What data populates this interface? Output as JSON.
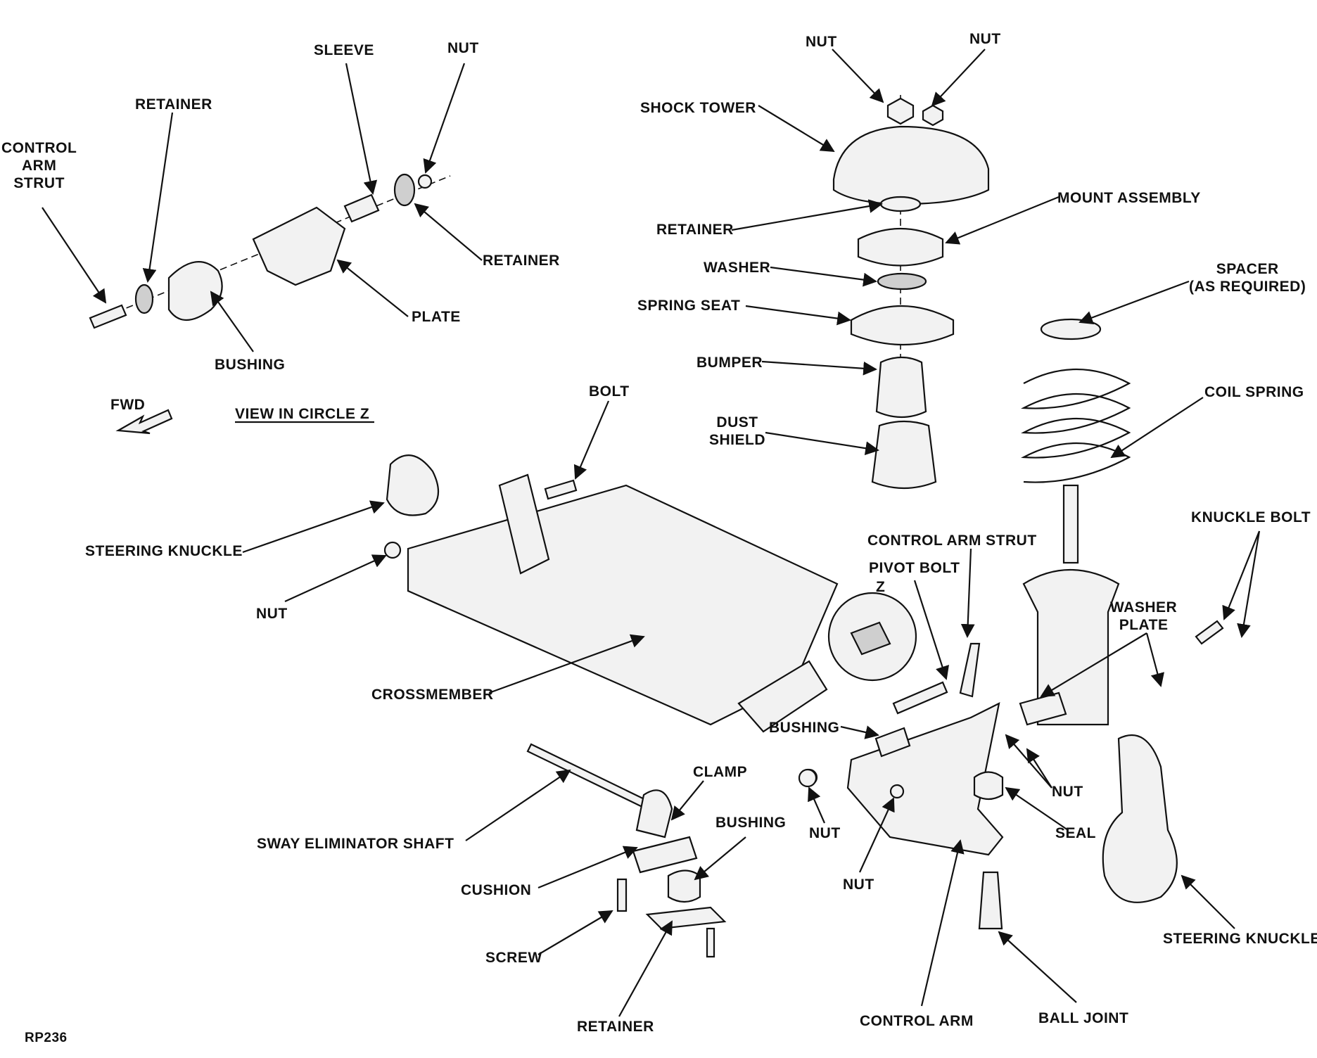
{
  "figure_id": "RP236",
  "view_caption": "VIEW IN CIRCLE Z",
  "direction_label": "FWD",
  "circle_marker": "Z",
  "labels": {
    "nut_top_left": "NUT",
    "nut_top_right": "NUT",
    "shock_tower": "SHOCK TOWER",
    "mount_assembly": "MOUNT ASSEMBLY",
    "retainer_strut": "RETAINER",
    "washer": "WASHER",
    "spring_seat": "SPRING SEAT",
    "bumper": "BUMPER",
    "dust_shield": "DUST\nSHIELD",
    "spacer": "SPACER\n(AS REQUIRED)",
    "coil_spring": "COIL SPRING",
    "control_arm_strut_z": "CONTROL\nARM\nSTRUT",
    "retainer_z_left": "RETAINER",
    "sleeve": "SLEEVE",
    "nut_z": "NUT",
    "retainer_z_right": "RETAINER",
    "plate": "PLATE",
    "bushing_z": "BUSHING",
    "bolt": "BOLT",
    "steering_knuckle_left": "STEERING KNUCKLE",
    "nut_left": "NUT",
    "crossmember": "CROSSMEMBER",
    "control_arm_strut": "CONTROL ARM STRUT",
    "pivot_bolt": "PIVOT BOLT",
    "knuckle_bolt": "KNUCKLE BOLT",
    "washer_plate": "WASHER\nPLATE",
    "bushing_mid": "BUSHING",
    "nut_right": "NUT",
    "seal": "SEAL",
    "nut_center": "NUT",
    "nut_lower": "NUT",
    "clamp": "CLAMP",
    "bushing_lower": "BUSHING",
    "sway_shaft": "SWAY ELIMINATOR SHAFT",
    "cushion": "CUSHION",
    "screw": "SCREW",
    "retainer_lower": "RETAINER",
    "control_arm": "CONTROL ARM",
    "ball_joint": "BALL JOINT",
    "steering_knuckle_right": "STEERING KNUCKLE"
  }
}
